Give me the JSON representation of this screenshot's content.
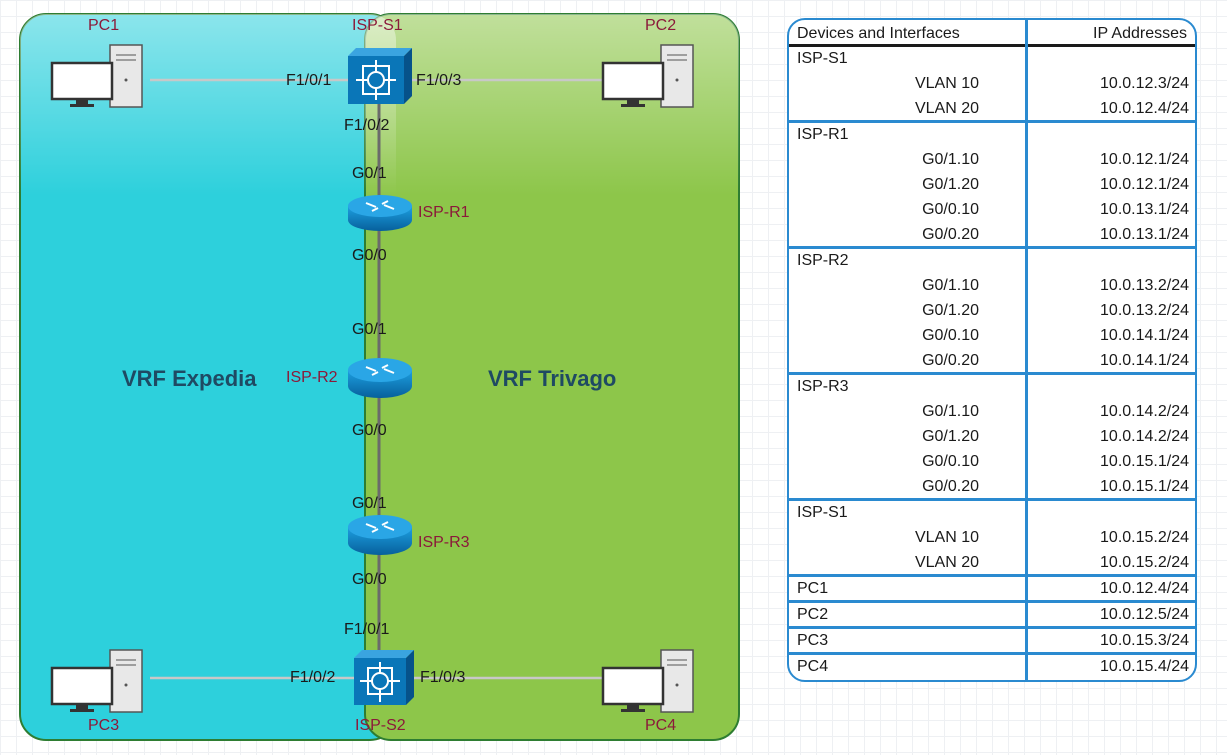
{
  "colors": {
    "expedia_fill": "#2dd0dc",
    "trivago_fill": "#8dc64a",
    "panel_border": "#2e7d32",
    "link": "#c8c8c8",
    "device_blue": "#0a76b8",
    "table_border": "#2a8ad0",
    "device_label": "#8b1a3a"
  },
  "regions": {
    "left_label": "VRF  Expedia",
    "right_label": "VRF Trivago"
  },
  "devices": {
    "pc1": "PC1",
    "pc2": "PC2",
    "pc3": "PC3",
    "pc4": "PC4",
    "s1": "ISP-S1",
    "s2": "ISP-S2",
    "r1": "ISP-R1",
    "r2": "ISP-R2",
    "r3": "ISP-R3"
  },
  "interfaces": {
    "s1_f101": "F1/0/1",
    "s1_f103": "F1/0/3",
    "s1_f102": "F1/0/2",
    "r1_g01": "G0/1",
    "r1_g00": "G0/0",
    "r2_g01": "G0/1",
    "r2_g00": "G0/0",
    "r3_g01": "G0/1",
    "r3_g00": "G0/0",
    "s2_f101": "F1/0/1",
    "s2_f102": "F1/0/2",
    "s2_f103": "F1/0/3"
  },
  "table": {
    "header_left": "Devices and Interfaces",
    "header_right": "IP Addresses",
    "groups": [
      {
        "device": "ISP-S1",
        "rows": [
          {
            "iface": "VLAN 10",
            "ip": "10.0.12.3/24"
          },
          {
            "iface": "VLAN 20",
            "ip": "10.0.12.4/24"
          }
        ]
      },
      {
        "device": "ISP-R1",
        "rows": [
          {
            "iface": "G0/1.10",
            "ip": "10.0.12.1/24"
          },
          {
            "iface": "G0/1.20",
            "ip": "10.0.12.1/24"
          },
          {
            "iface": "G0/0.10",
            "ip": "10.0.13.1/24"
          },
          {
            "iface": "G0/0.20",
            "ip": "10.0.13.1/24"
          }
        ]
      },
      {
        "device": "ISP-R2",
        "rows": [
          {
            "iface": "G0/1.10",
            "ip": "10.0.13.2/24"
          },
          {
            "iface": "G0/1.20",
            "ip": "10.0.13.2/24"
          },
          {
            "iface": "G0/0.10",
            "ip": "10.0.14.1/24"
          },
          {
            "iface": "G0/0.20",
            "ip": "10.0.14.1/24"
          }
        ]
      },
      {
        "device": "ISP-R3",
        "rows": [
          {
            "iface": "G0/1.10",
            "ip": "10.0.14.2/24"
          },
          {
            "iface": "G0/1.20",
            "ip": "10.0.14.2/24"
          },
          {
            "iface": "G0/0.10",
            "ip": "10.0.15.1/24"
          },
          {
            "iface": "G0/0.20",
            "ip": "10.0.15.1/24"
          }
        ]
      },
      {
        "device": "ISP-S1",
        "rows": [
          {
            "iface": "VLAN 10",
            "ip": "10.0.15.2/24"
          },
          {
            "iface": "VLAN 20",
            "ip": "10.0.15.2/24"
          }
        ]
      }
    ],
    "hosts": [
      {
        "device": "PC1",
        "ip": "10.0.12.4/24"
      },
      {
        "device": "PC2",
        "ip": "10.0.12.5/24"
      },
      {
        "device": "PC3",
        "ip": "10.0.15.3/24"
      },
      {
        "device": "PC4",
        "ip": "10.0.15.4/24"
      }
    ]
  }
}
